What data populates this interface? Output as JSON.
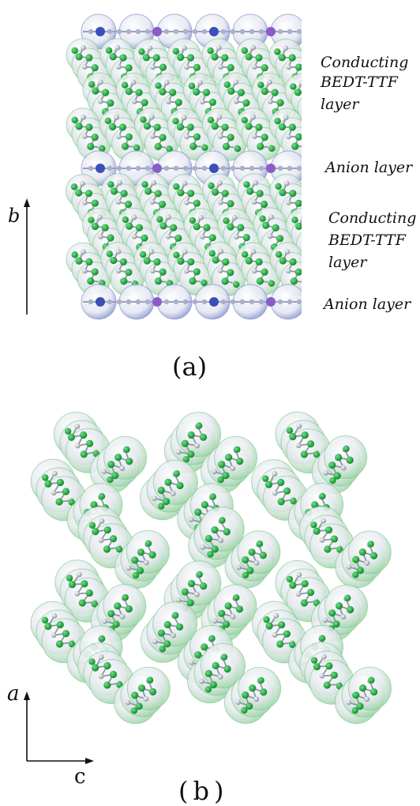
{
  "panel_a": {
    "panel_label": "(a)",
    "axis_label": "b",
    "layer_labels": [
      {
        "lines": [
          "Conducting",
          "BEDT-TTF",
          "layer"
        ]
      },
      {
        "lines": [
          "Anion layer"
        ]
      },
      {
        "lines": [
          "Conducting",
          "BEDT-TTF",
          "layer"
        ]
      },
      {
        "lines": [
          "Anion layer"
        ]
      }
    ]
  },
  "panel_b": {
    "panel_label": "(b)",
    "axis_vertical_label": "a",
    "axis_horizontal_label": "c"
  },
  "colors": {
    "sulfur": "#1fa83a",
    "carbon": "#b7bec8",
    "shell": "#dfe4ea",
    "shell_edge": "#6fc27e",
    "anion_blue": "#3a4fb8",
    "anion_purple": "#8a5cc8"
  }
}
